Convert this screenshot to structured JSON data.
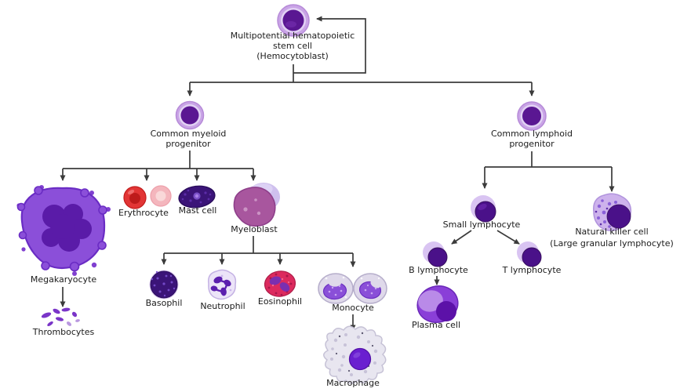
{
  "cells": {
    "stem": {
      "label_lines": [
        "Multipotential hematopoietic",
        "stem cell",
        "(Hemocytoblast)"
      ]
    },
    "myeloid": {
      "label_lines": [
        "Common myeloid",
        "progenitor"
      ]
    },
    "lymphoid": {
      "label_lines": [
        "Common lymphoid",
        "progenitor"
      ]
    },
    "megakaryocyte": {
      "label": "Megakaryocyte"
    },
    "thrombocytes": {
      "label": "Thrombocytes"
    },
    "erythrocyte": {
      "label": "Erythrocyte"
    },
    "mast": {
      "label": "Mast cell"
    },
    "myeloblast": {
      "label": "Myeloblast"
    },
    "basophil": {
      "label": "Basophil"
    },
    "neutrophil": {
      "label": "Neutrophil"
    },
    "eosinophil": {
      "label": "Eosinophil"
    },
    "monocyte": {
      "label": "Monocyte"
    },
    "macrophage": {
      "label": "Macrophage"
    },
    "small_lymphocyte": {
      "label": "Small lymphocyte"
    },
    "nk": {
      "label_lines": [
        "Natural killer cell",
        "(Large granular lymphocyte)"
      ]
    },
    "b_lymphocyte": {
      "label": "B lymphocyte"
    },
    "t_lymphocyte": {
      "label": "T lymphocyte"
    },
    "plasma": {
      "label": "Plasma cell"
    }
  },
  "edges": [
    "Hemocytoblast -> self-renewal",
    "Hemocytoblast -> Common myeloid progenitor",
    "Hemocytoblast -> Common lymphoid progenitor",
    "Common myeloid progenitor -> Megakaryocyte",
    "Common myeloid progenitor -> Erythrocyte",
    "Common myeloid progenitor -> Mast cell",
    "Common myeloid progenitor -> Myeloblast",
    "Megakaryocyte -> Thrombocytes",
    "Myeloblast -> Basophil",
    "Myeloblast -> Neutrophil",
    "Myeloblast -> Eosinophil",
    "Myeloblast -> Monocyte",
    "Monocyte -> Macrophage",
    "Common lymphoid progenitor -> Small lymphocyte",
    "Common lymphoid progenitor -> Natural killer cell",
    "Small lymphocyte -> B lymphocyte",
    "Small lymphocyte -> T lymphocyte",
    "B lymphocyte -> Plasma cell"
  ],
  "colors": {
    "line": "#3b3b3b",
    "text": "#1b1b1b",
    "halo": "#c9a4e6",
    "halo_mid": "#e2d2f4",
    "purple_dark": "#5a1792",
    "lymph_dark": "#4a1189",
    "mega_body": "#8b4fd9",
    "mega_nucleus": "#5a1ba8",
    "red_cell": "#e23535",
    "pink_cell": "#f4b6bd",
    "indigo": "#3b1478",
    "myeloblast_body": "#a8569e",
    "lavender_halo": "#cfc0ee",
    "neutrophil_body": "#ece4f8",
    "nucleus_purple": "#5c1fae",
    "eosinophil_body": "#dc2a5e",
    "monocyte_body": "#dfd9ea",
    "monocyte_nucleus": "#8a4fd8",
    "macrophage_body": "#e8e6f0",
    "macrophage_nucleus": "#6a1fd0",
    "nk_body": "#cdb2ec",
    "plasma_body": "#8a3fd8",
    "plasma_light": "#b98ae8",
    "plasma_nucleus": "#5c11a8",
    "thrombocyte": "#7a35c8"
  }
}
